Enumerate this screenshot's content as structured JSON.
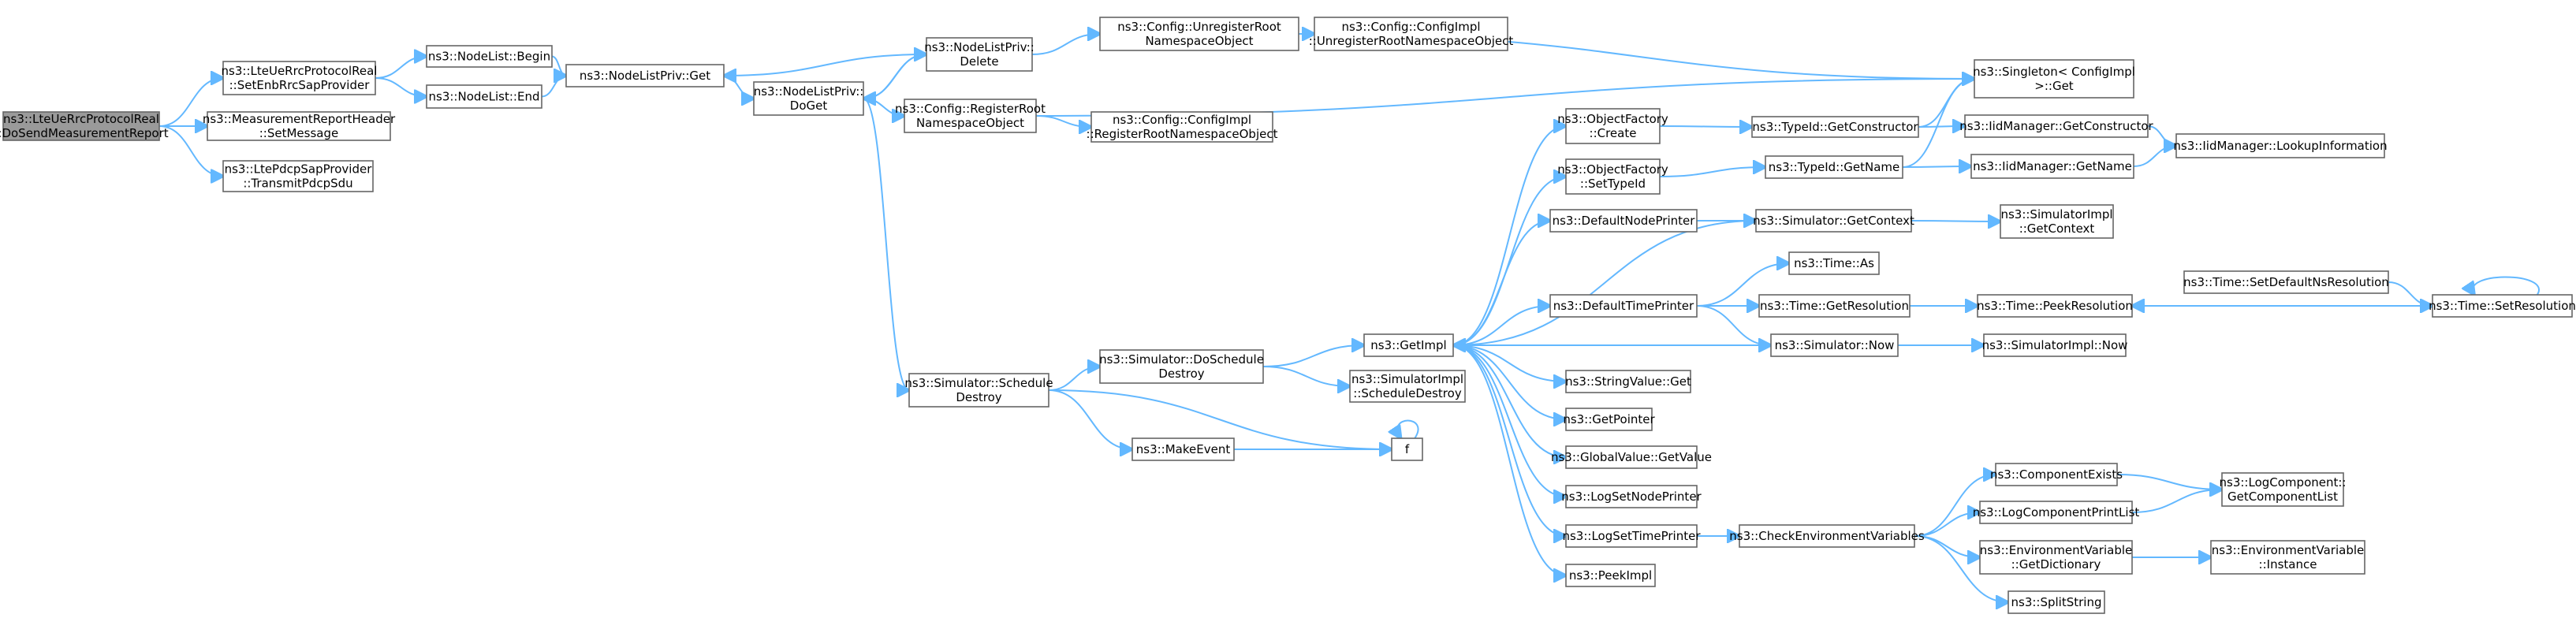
{
  "diagram": {
    "colors": {
      "edge": "#63b8ff",
      "node_border": "#666666",
      "root_fill": "#9a9a9a",
      "node_fill": "#ffffff"
    },
    "nodes": [
      {
        "id": "root",
        "lines": [
          "ns3::LteUeRrcProtocolReal",
          "::DoSendMeasurementReport"
        ],
        "root": true
      },
      {
        "id": "setEnb",
        "lines": [
          "ns3::LteUeRrcProtocolReal",
          "::SetEnbRrcSapProvider"
        ]
      },
      {
        "id": "measRep",
        "lines": [
          "ns3::MeasurementReportHeader",
          "::SetMessage"
        ]
      },
      {
        "id": "pdcp",
        "lines": [
          "ns3::LtePdcpSapProvider",
          "::TransmitPdcpSdu"
        ]
      },
      {
        "id": "begin",
        "lines": [
          "ns3::NodeList::Begin"
        ]
      },
      {
        "id": "end",
        "lines": [
          "ns3::NodeList::End"
        ]
      },
      {
        "id": "privGet",
        "lines": [
          "ns3::NodeListPriv::Get"
        ]
      },
      {
        "id": "doGet",
        "lines": [
          "ns3::NodeListPriv::",
          "DoGet"
        ]
      },
      {
        "id": "delete",
        "lines": [
          "ns3::NodeListPriv::",
          "Delete"
        ]
      },
      {
        "id": "unregRoot",
        "lines": [
          "ns3::Config::UnregisterRoot",
          "NamespaceObject"
        ]
      },
      {
        "id": "cfgUnreg",
        "lines": [
          "ns3::Config::ConfigImpl",
          "::UnregisterRootNamespaceObject"
        ]
      },
      {
        "id": "regRoot",
        "lines": [
          "ns3::Config::RegisterRoot",
          "NamespaceObject"
        ]
      },
      {
        "id": "cfgReg",
        "lines": [
          "ns3::Config::ConfigImpl",
          "::RegisterRootNamespaceObject"
        ]
      },
      {
        "id": "singleton",
        "lines": [
          "ns3::Singleton< ConfigImpl",
          ">::Get"
        ]
      },
      {
        "id": "ofCreate",
        "lines": [
          "ns3::ObjectFactory",
          "::Create"
        ]
      },
      {
        "id": "ofSetTypeId",
        "lines": [
          "ns3::ObjectFactory",
          "::SetTypeId"
        ]
      },
      {
        "id": "typeGetCtor",
        "lines": [
          "ns3::TypeId::GetConstructor"
        ]
      },
      {
        "id": "iidGetCtor",
        "lines": [
          "ns3::IidManager::GetConstructor"
        ]
      },
      {
        "id": "typeGetName",
        "lines": [
          "ns3::TypeId::GetName"
        ]
      },
      {
        "id": "iidGetName",
        "lines": [
          "ns3::IidManager::GetName"
        ]
      },
      {
        "id": "iidLookup",
        "lines": [
          "ns3::IidManager::LookupInformation"
        ]
      },
      {
        "id": "defNodePr",
        "lines": [
          "ns3::DefaultNodePrinter"
        ]
      },
      {
        "id": "simGetCtx",
        "lines": [
          "ns3::Simulator::GetContext"
        ]
      },
      {
        "id": "simImplGetCtx",
        "lines": [
          "ns3::SimulatorImpl",
          "::GetContext"
        ]
      },
      {
        "id": "timeAs",
        "lines": [
          "ns3::Time::As"
        ]
      },
      {
        "id": "defTimePr",
        "lines": [
          "ns3::DefaultTimePrinter"
        ]
      },
      {
        "id": "timeGetRes",
        "lines": [
          "ns3::Time::GetResolution"
        ]
      },
      {
        "id": "peekRes",
        "lines": [
          "ns3::Time::PeekResolution"
        ]
      },
      {
        "id": "setDefNs",
        "lines": [
          "ns3::Time::SetDefaultNsResolution"
        ]
      },
      {
        "id": "setRes",
        "lines": [
          "ns3::Time::SetResolution"
        ]
      },
      {
        "id": "simNow",
        "lines": [
          "ns3::Simulator::Now"
        ]
      },
      {
        "id": "simImplNow",
        "lines": [
          "ns3::SimulatorImpl::Now"
        ]
      },
      {
        "id": "getImpl",
        "lines": [
          "ns3::GetImpl"
        ]
      },
      {
        "id": "schedDestroy",
        "lines": [
          "ns3::Simulator::Schedule",
          "Destroy"
        ]
      },
      {
        "id": "doSchedDestroy",
        "lines": [
          "ns3::Simulator::DoSchedule",
          "Destroy"
        ]
      },
      {
        "id": "implSchedDestroy",
        "lines": [
          "ns3::SimulatorImpl",
          "::ScheduleDestroy"
        ]
      },
      {
        "id": "makeEvent",
        "lines": [
          "ns3::MakeEvent"
        ]
      },
      {
        "id": "f",
        "lines": [
          "f"
        ]
      },
      {
        "id": "strGet",
        "lines": [
          "ns3::StringValue::Get"
        ]
      },
      {
        "id": "getPointer",
        "lines": [
          "ns3::GetPointer"
        ]
      },
      {
        "id": "gvGetValue",
        "lines": [
          "ns3::GlobalValue::GetValue"
        ]
      },
      {
        "id": "logSetNode",
        "lines": [
          "ns3::LogSetNodePrinter"
        ]
      },
      {
        "id": "logSetTime",
        "lines": [
          "ns3::LogSetTimePrinter"
        ]
      },
      {
        "id": "peekImpl",
        "lines": [
          "ns3::PeekImpl"
        ]
      },
      {
        "id": "checkEnv",
        "lines": [
          "ns3::CheckEnvironmentVariables"
        ]
      },
      {
        "id": "compExists",
        "lines": [
          "ns3::ComponentExists"
        ]
      },
      {
        "id": "compPrintList",
        "lines": [
          "ns3::LogComponentPrintList"
        ]
      },
      {
        "id": "getCompList",
        "lines": [
          "ns3::LogComponent::",
          "GetComponentList"
        ]
      },
      {
        "id": "envGetDict",
        "lines": [
          "ns3::EnvironmentVariable",
          "::GetDictionary"
        ]
      },
      {
        "id": "envInstance",
        "lines": [
          "ns3::EnvironmentVariable",
          "::Instance"
        ]
      },
      {
        "id": "splitString",
        "lines": [
          "ns3::SplitString"
        ]
      }
    ],
    "edges": [
      [
        "root",
        "setEnb"
      ],
      [
        "root",
        "measRep"
      ],
      [
        "root",
        "pdcp"
      ],
      [
        "setEnb",
        "begin"
      ],
      [
        "setEnb",
        "end"
      ],
      [
        "begin",
        "privGet"
      ],
      [
        "end",
        "privGet"
      ],
      [
        "privGet",
        "doGet"
      ],
      [
        "doGet",
        "delete"
      ],
      [
        "doGet",
        "regRoot"
      ],
      [
        "doGet",
        "schedDestroy"
      ],
      [
        "delete",
        "privGet"
      ],
      [
        "delete",
        "doGet"
      ],
      [
        "delete",
        "unregRoot"
      ],
      [
        "unregRoot",
        "cfgUnreg"
      ],
      [
        "unregRoot",
        "singleton"
      ],
      [
        "regRoot",
        "cfgReg"
      ],
      [
        "regRoot",
        "singleton"
      ],
      [
        "schedDestroy",
        "doSchedDestroy"
      ],
      [
        "schedDestroy",
        "makeEvent"
      ],
      [
        "schedDestroy",
        "f"
      ],
      [
        "doSchedDestroy",
        "getImpl"
      ],
      [
        "doSchedDestroy",
        "implSchedDestroy"
      ],
      [
        "makeEvent",
        "f"
      ],
      [
        "f",
        "f"
      ],
      [
        "getImpl",
        "ofCreate"
      ],
      [
        "getImpl",
        "ofSetTypeId"
      ],
      [
        "getImpl",
        "defNodePr"
      ],
      [
        "getImpl",
        "defTimePr"
      ],
      [
        "getImpl",
        "strGet"
      ],
      [
        "getImpl",
        "getPointer"
      ],
      [
        "getImpl",
        "gvGetValue"
      ],
      [
        "getImpl",
        "logSetNode"
      ],
      [
        "getImpl",
        "logSetTime"
      ],
      [
        "getImpl",
        "peekImpl"
      ],
      [
        "ofCreate",
        "typeGetCtor"
      ],
      [
        "ofSetTypeId",
        "typeGetName"
      ],
      [
        "typeGetCtor",
        "singleton"
      ],
      [
        "typeGetCtor",
        "iidGetCtor"
      ],
      [
        "typeGetName",
        "singleton"
      ],
      [
        "typeGetName",
        "iidGetName"
      ],
      [
        "iidGetCtor",
        "iidLookup"
      ],
      [
        "iidGetName",
        "iidLookup"
      ],
      [
        "defNodePr",
        "simGetCtx"
      ],
      [
        "simGetCtx",
        "simImplGetCtx"
      ],
      [
        "simGetCtx",
        "getImpl"
      ],
      [
        "defTimePr",
        "timeAs"
      ],
      [
        "defTimePr",
        "timeGetRes"
      ],
      [
        "defTimePr",
        "simNow"
      ],
      [
        "timeGetRes",
        "peekRes"
      ],
      [
        "peekRes",
        "setRes"
      ],
      [
        "setDefNs",
        "setRes"
      ],
      [
        "setRes",
        "peekRes"
      ],
      [
        "setRes",
        "setRes"
      ],
      [
        "simNow",
        "simImplNow"
      ],
      [
        "simNow",
        "getImpl"
      ],
      [
        "logSetTime",
        "checkEnv"
      ],
      [
        "checkEnv",
        "compExists"
      ],
      [
        "checkEnv",
        "compPrintList"
      ],
      [
        "checkEnv",
        "envGetDict"
      ],
      [
        "checkEnv",
        "splitString"
      ],
      [
        "compExists",
        "getCompList"
      ],
      [
        "compPrintList",
        "getCompList"
      ],
      [
        "envGetDict",
        "envInstance"
      ]
    ]
  }
}
